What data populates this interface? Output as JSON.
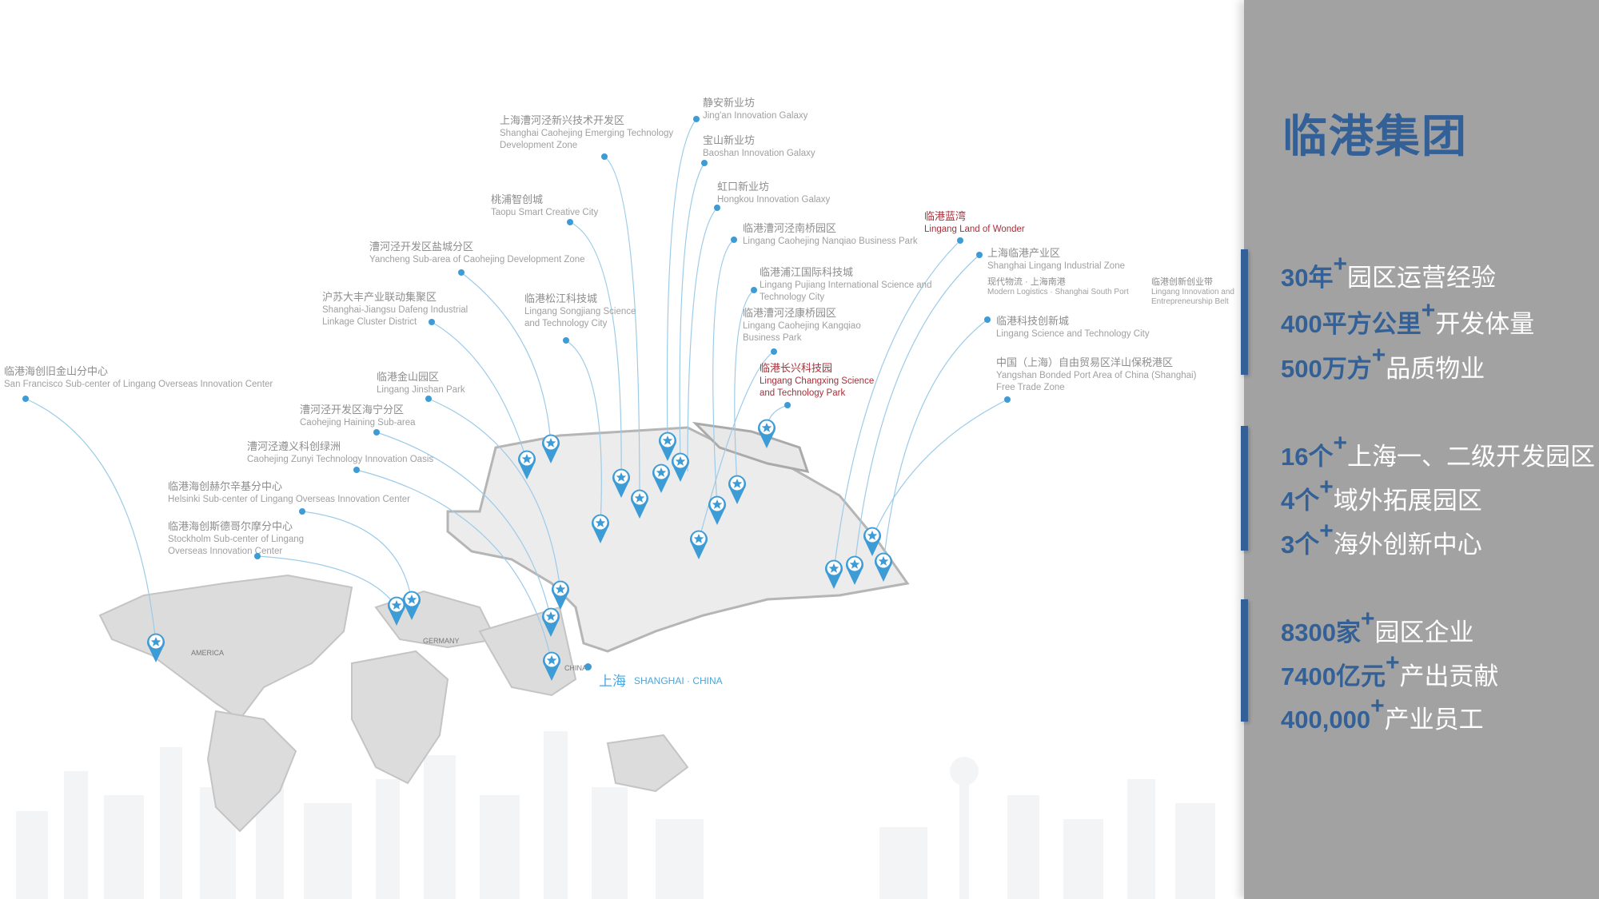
{
  "panel": {
    "title": "临港集团",
    "groups": [
      [
        {
          "num": "30年",
          "desc": "园区运营经验"
        },
        {
          "num": "400平方公里",
          "desc": "开发体量"
        },
        {
          "num": "500万方",
          "desc": "品质物业"
        }
      ],
      [
        {
          "num": "16个",
          "desc": "上海一、二级开发园区"
        },
        {
          "num": "4个",
          "desc": "域外拓展园区"
        },
        {
          "num": "3个",
          "desc": "海外创新中心"
        }
      ],
      [
        {
          "num": "8300家",
          "desc": "园区企业"
        },
        {
          "num": "7400亿元",
          "desc": "产出贡献"
        },
        {
          "num": "400,000",
          "desc": "产业员工"
        }
      ]
    ],
    "plus": "+",
    "accent": "#336096"
  },
  "shanghai": {
    "zh": "上海",
    "en": "SHANGHAI · CHINA"
  },
  "map_labels": {
    "america": "AMERICA",
    "germany": "GERMANY",
    "china": "CHINA"
  },
  "locations": [
    {
      "zh": "上海漕河泾新兴技术开发区",
      "en": "Shanghai Caohejing Emerging Technology Development Zone"
    },
    {
      "zh": "静安新业坊",
      "en": "Jing'an Innovation Galaxy"
    },
    {
      "zh": "宝山新业坊",
      "en": "Baoshan Innovation Galaxy"
    },
    {
      "zh": "虹口新业坊",
      "en": "Hongkou Innovation Galaxy"
    },
    {
      "zh": "桃浦智创城",
      "en": "Taopu Smart Creative City"
    },
    {
      "zh": "临港漕河泾南桥园区",
      "en": "Lingang Caohejing Nanqiao Business Park"
    },
    {
      "zh": "漕河泾开发区盐城分区",
      "en": "Yancheng Sub-area of Caohejing Development Zone"
    },
    {
      "zh": "临港浦江国际科技城",
      "en": "Lingang Pujiang International Science and Technology City"
    },
    {
      "zh": "沪苏大丰产业联动集聚区",
      "en": "Shanghai-Jiangsu Dafeng Industrial Linkage Cluster District"
    },
    {
      "zh": "临港松江科技城",
      "en": "Lingang Songjiang Science and Technology City"
    },
    {
      "zh": "临港漕河泾康桥园区",
      "en": "Lingang Caohejing Kangqiao Business Park"
    },
    {
      "zh": "临港长兴科技园",
      "en": "Lingang Changxing Science and Technology Park"
    },
    {
      "zh": "临港蓝湾",
      "en": "Lingang Land of Wonder"
    },
    {
      "zh": "上海临港产业区",
      "en": "Shanghai Lingang Industrial Zone"
    },
    {
      "zh": "现代物流 · 上海南港",
      "en": "Modern Logistics · Shanghai South Port"
    },
    {
      "zh": "临港创新创业带",
      "en": "Lingang Innovation and Entrepreneurship Belt"
    },
    {
      "zh": "临港科技创新城",
      "en": "Lingang Science and Technology City"
    },
    {
      "zh": "中国（上海）自由贸易区洋山保税港区",
      "en": "Yangshan Bonded Port Area of China (Shanghai) Free Trade Zone"
    },
    {
      "zh": "临港海创旧金山分中心",
      "en": "San Francisco Sub-center of Lingang Overseas Innovation Center"
    },
    {
      "zh": "临港金山园区",
      "en": "Lingang Jinshan Park"
    },
    {
      "zh": "漕河泾开发区海宁分区",
      "en": "Caohejing Haining Sub-area"
    },
    {
      "zh": "漕河泾遵义科创绿洲",
      "en": "Caohejing Zunyi Technology Innovation Oasis"
    },
    {
      "zh": "临港海创赫尔辛基分中心",
      "en": "Helsinki Sub-center of Lingang Overseas Innovation Center"
    },
    {
      "zh": "临港海创斯德哥尔摩分中心",
      "en": "Stockholm Sub-center of Lingang Overseas Innovation Center"
    }
  ]
}
